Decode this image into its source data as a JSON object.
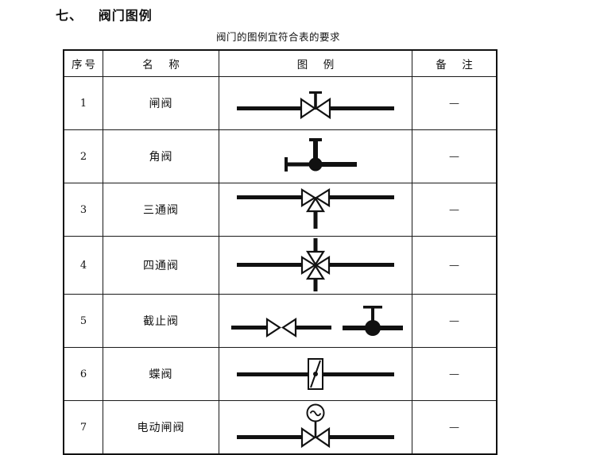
{
  "document": {
    "section_number": "七、",
    "section_title": "阀门图例",
    "caption": "阀门的图例宜符合表的要求"
  },
  "table": {
    "columns": [
      {
        "key": "no",
        "label": "序号"
      },
      {
        "key": "name",
        "label": "名　称"
      },
      {
        "key": "sym",
        "label": "图　例"
      },
      {
        "key": "note",
        "label": "备　注"
      }
    ],
    "rows": [
      {
        "no": "1",
        "name": "闸阀",
        "symbol": "gate-valve-symbol",
        "note": "—"
      },
      {
        "no": "2",
        "name": "角阀",
        "symbol": "angle-valve-symbol",
        "note": "—"
      },
      {
        "no": "3",
        "name": "三通阀",
        "symbol": "three-way-valve-symbol",
        "note": "—"
      },
      {
        "no": "4",
        "name": "四通阀",
        "symbol": "four-way-valve-symbol",
        "note": "—"
      },
      {
        "no": "5",
        "name": "截止阀",
        "symbol": "globe-valve-symbol",
        "note": "—"
      },
      {
        "no": "6",
        "name": "蝶阀",
        "symbol": "butterfly-valve-symbol",
        "note": "—"
      },
      {
        "no": "7",
        "name": "电动闸阀",
        "symbol": "motorized-gate-valve-symbol",
        "note": "—"
      }
    ]
  },
  "colors": {
    "ink": "#111111",
    "rule": "#1a1a1a",
    "paper": "#ffffff"
  }
}
